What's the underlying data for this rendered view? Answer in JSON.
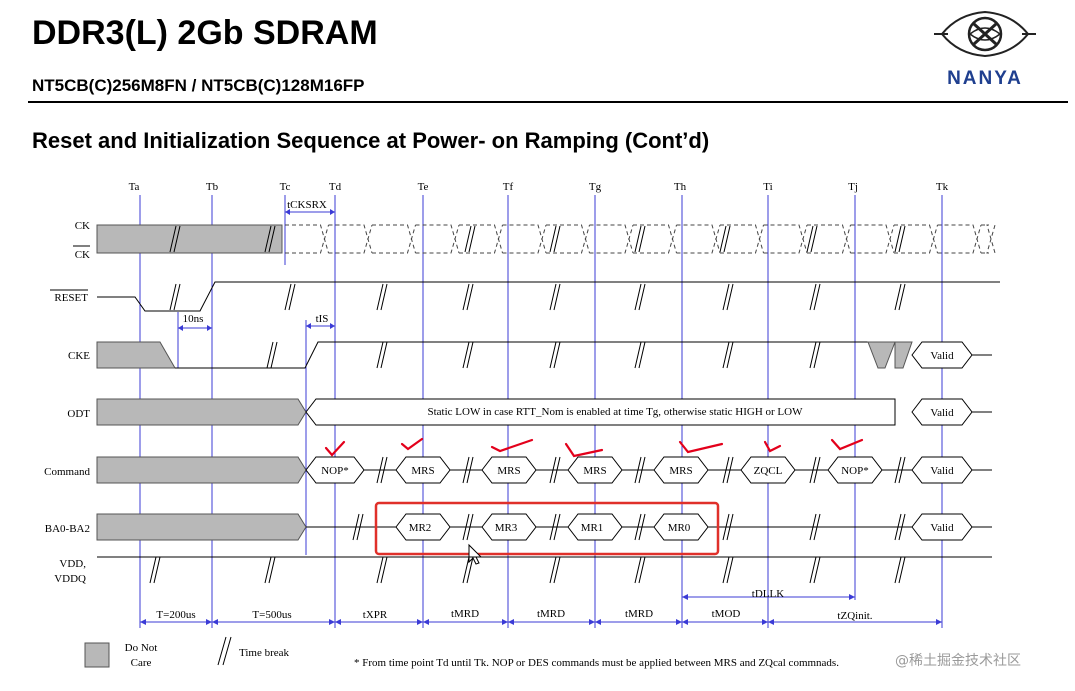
{
  "header": {
    "title": "DDR3(L) 2Gb SDRAM",
    "part_number": "NT5CB(C)256M8FN / NT5CB(C)128M16FP",
    "logo_text": "NANYA",
    "logo_icon": "nanya-logo-icon"
  },
  "section_title": "Reset and Initialization Sequence at Power- on Ramping (Cont’d)",
  "diagram": {
    "time_points": [
      "Ta",
      "Tb",
      "Tc",
      "Td",
      "Te",
      "Tf",
      "Tg",
      "Th",
      "Ti",
      "Tj",
      "Tk"
    ],
    "signals": {
      "ck": "CK",
      "ck_bar": "CK",
      "reset": "RESET",
      "cke": "CKE",
      "odt": "ODT",
      "command": "Command",
      "ba": "BA0-BA2",
      "vdd": "VDD,",
      "vddq": "VDDQ"
    },
    "timing_labels": {
      "tcksrx": "tCKSRX",
      "t10ns": "10ns",
      "tis": "tIS",
      "tdllk": "tDLLK"
    },
    "odt_note": "Static LOW in case RTT_Nom is enabled at  time Tg, otherwise static HIGH or LOW",
    "valid_label": "Valid",
    "commands": [
      "NOP*",
      "MRS",
      "MRS",
      "MRS",
      "MRS",
      "ZQCL",
      "NOP*"
    ],
    "ba_values": [
      "MR2",
      "MR3",
      "MR1",
      "MR0"
    ],
    "intervals": [
      "T=200us",
      "T=500us",
      "tXPR",
      "tMRD",
      "tMRD",
      "tMRD",
      "tMOD",
      "tZQinit."
    ],
    "legend": {
      "do_not_care_line1": "Do Not",
      "do_not_care_line2": "Care",
      "time_break": "Time break"
    },
    "footnote": "* From time point Td until Tk. NOP or DES commands must be applied between MRS and ZQcal commnads.",
    "annotation_colors": {
      "checkmark": "#e3001b",
      "highlight_box": "#e0302a",
      "time_line": "#3b3bd6"
    }
  },
  "watermark": "@稀土掘金技术社区"
}
